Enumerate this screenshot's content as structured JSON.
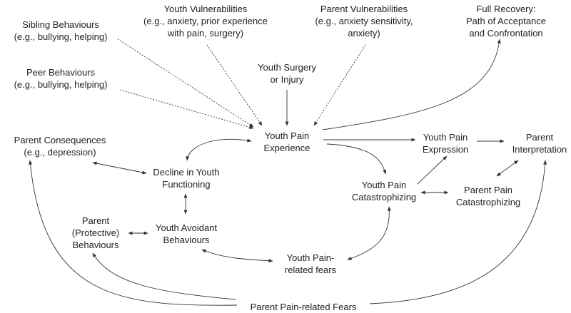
{
  "nodes": {
    "sibling": {
      "line1": "Sibling Behaviours",
      "line2": "(e.g., bullying, helping)"
    },
    "youth_vuln": {
      "line1": "Youth Vulnerabilities",
      "line2": "(e.g., anxiety, prior experience",
      "line3": "with pain, surgery)"
    },
    "parent_vuln": {
      "line1": "Parent Vulnerabilities",
      "line2": "(e.g., anxiety sensitivity,",
      "line3": "anxiety)"
    },
    "full_recovery": {
      "line1": "Full Recovery:",
      "line2": "Path of Acceptance",
      "line3": "and Confrontation"
    },
    "peer": {
      "line1": "Peer Behaviours",
      "line2": "(e.g., bullying, helping)"
    },
    "surgery": {
      "line1": "Youth Surgery",
      "line2": "or Injury"
    },
    "pain_exp": {
      "line1": "Youth Pain",
      "line2": "Experience"
    },
    "parent_conseq": {
      "line1": "Parent Consequences",
      "line2": "(e.g., depression)"
    },
    "pain_expr": {
      "line1": "Youth Pain",
      "line2": "Expression"
    },
    "parent_interp": {
      "line1": "Parent",
      "line2": "Interpretation"
    },
    "decline": {
      "line1": "Decline in Youth",
      "line2": "Functioning"
    },
    "youth_cat": {
      "line1": "Youth Pain",
      "line2": "Catastrophizing"
    },
    "parent_cat": {
      "line1": "Parent Pain",
      "line2": "Catastrophizing"
    },
    "parent_prot": {
      "line1": "Parent",
      "line2": "(Protective)",
      "line3": "Behaviours"
    },
    "avoidant": {
      "line1": "Youth Avoidant",
      "line2": "Behaviours"
    },
    "youth_fears": {
      "line1": "Youth Pain-",
      "line2": "related fears"
    },
    "parent_fears": {
      "line1": "Parent Pain-related Fears"
    }
  }
}
